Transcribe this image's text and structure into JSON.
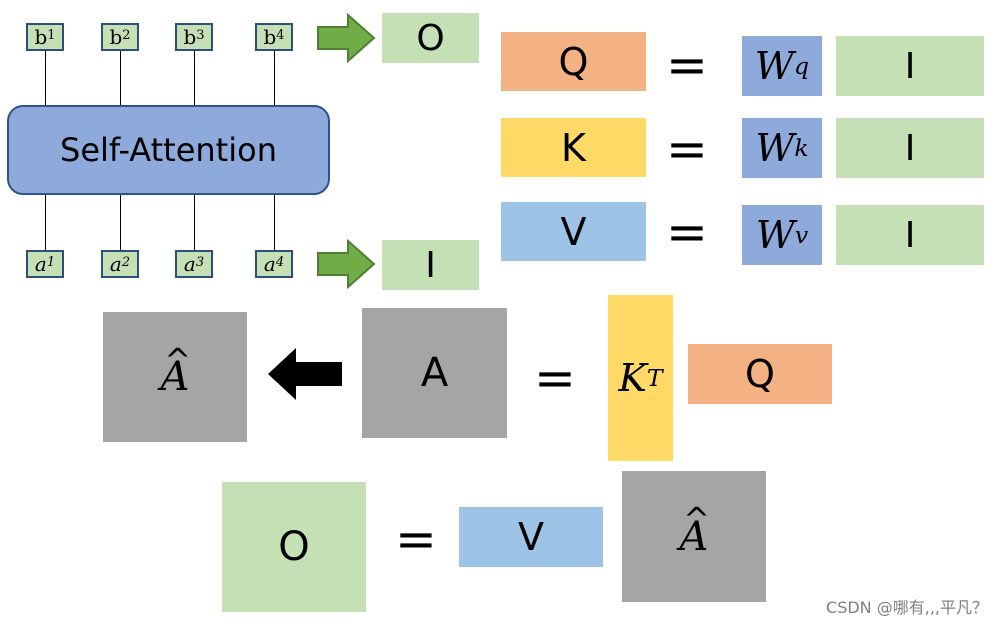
{
  "colors": {
    "green": "#c5e0b4",
    "blue_light": "#9dc3e6",
    "blue_med": "#8eaadb",
    "orange": "#f4b183",
    "yellow": "#ffd966",
    "gray": "#a5a5a5",
    "node_border": "#2e4e7e",
    "arrow_green": "#70ad47"
  },
  "network": {
    "label": "Self-Attention",
    "outputs": [
      {
        "base": "b",
        "sup": "1"
      },
      {
        "base": "b",
        "sup": "2"
      },
      {
        "base": "b",
        "sup": "3"
      },
      {
        "base": "b",
        "sup": "4"
      }
    ],
    "inputs": [
      {
        "base": "a",
        "sup": "1"
      },
      {
        "base": "a",
        "sup": "2"
      },
      {
        "base": "a",
        "sup": "3"
      },
      {
        "base": "a",
        "sup": "4"
      }
    ],
    "output_matrix": "O",
    "input_matrix": "I"
  },
  "qkv": [
    {
      "lhs": "Q",
      "eq": "=",
      "w_base": "W",
      "w_sup": "q",
      "rhs": "I"
    },
    {
      "lhs": "K",
      "eq": "=",
      "w_base": "W",
      "w_sup": "k",
      "rhs": "I"
    },
    {
      "lhs": "V",
      "eq": "=",
      "w_base": "W",
      "w_sup": "v",
      "rhs": "I"
    }
  ],
  "attention": {
    "a_hat_base": "A",
    "a_hat_mark": "^",
    "a": "A",
    "eq": "=",
    "k_base": "K",
    "k_sup": "T",
    "q": "Q"
  },
  "output": {
    "o": "O",
    "eq": "=",
    "v": "V",
    "a_hat_base": "A",
    "a_hat_mark": "^"
  },
  "watermark": "CSDN @哪有,,,平凡？"
}
